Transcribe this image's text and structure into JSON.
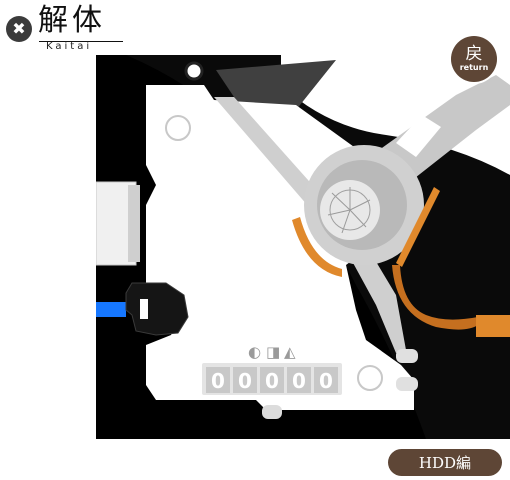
{
  "header": {
    "close_icon_glyph": "✖",
    "title": "解体",
    "subtitle": "Kaitai"
  },
  "return_button": {
    "kanji": "戻",
    "label": "return"
  },
  "scene": {
    "counter_digits": [
      "0",
      "0",
      "0",
      "0",
      "0"
    ],
    "symbols_icon_glyphs": [
      "◐",
      "◨",
      "◭"
    ]
  },
  "mode_button": {
    "label": "HDD編"
  },
  "colors": {
    "background": "#ffffff",
    "scene_background": "#000000",
    "chassis": "#ffffff",
    "arm": "#c8c8c8",
    "brown": "#5e4636",
    "orange": "#e0892c",
    "blue": "#1677ff"
  }
}
